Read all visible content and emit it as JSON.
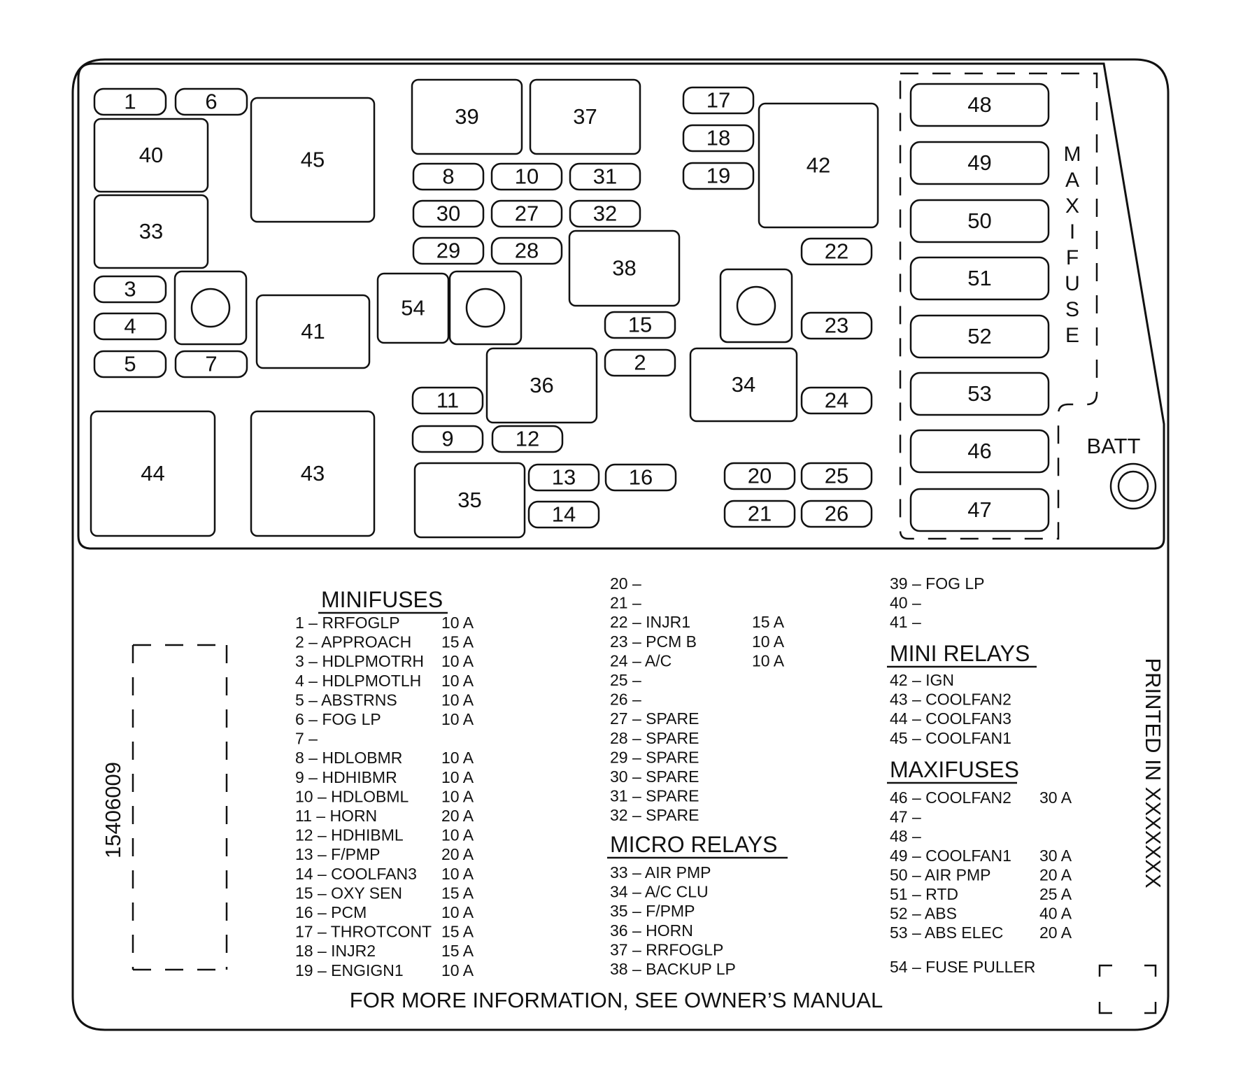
{
  "panel": {
    "slot_labels": {
      "f1": "1",
      "f6": "6",
      "f40": "40",
      "f33": "33",
      "f45": "45",
      "f3": "3",
      "f4": "4",
      "f5": "5",
      "f7": "7",
      "f41": "41",
      "f44": "44",
      "f43": "43",
      "f39": "39",
      "f37": "37",
      "f8": "8",
      "f10": "10",
      "f31": "31",
      "f30": "30",
      "f27": "27",
      "f32": "32",
      "f29": "29",
      "f28": "28",
      "f38": "38",
      "f54": "54",
      "f15": "15",
      "f2": "2",
      "f36": "36",
      "f11": "11",
      "f9": "9",
      "f12": "12",
      "f35": "35",
      "f13": "13",
      "f14": "14",
      "f16": "16",
      "f17": "17",
      "f18": "18",
      "f19": "19",
      "f42": "42",
      "f22": "22",
      "f23": "23",
      "f34": "34",
      "f24": "24",
      "f20": "20",
      "f25": "25",
      "f21": "21",
      "f26": "26",
      "f48": "48",
      "f49": "49",
      "f50": "50",
      "f51": "51",
      "f52": "52",
      "f53": "53",
      "f46": "46",
      "f47": "47"
    },
    "maxi_fuse_letters": [
      "M",
      "A",
      "X",
      "I",
      "F",
      "U",
      "S",
      "E"
    ],
    "batt_label": "BATT"
  },
  "legend": {
    "minifuses_title": "MINIFUSES",
    "minifuses": [
      {
        "entry": "1 – RRFOGLP",
        "rating": "10 A"
      },
      {
        "entry": "2 – APPROACH",
        "rating": "15 A"
      },
      {
        "entry": "3 – HDLPMOTRH",
        "rating": "10 A"
      },
      {
        "entry": "4 – HDLPMOTLH",
        "rating": "10 A"
      },
      {
        "entry": "5 – ABSTRNS",
        "rating": "10 A"
      },
      {
        "entry": "6 – FOG LP",
        "rating": "10 A"
      },
      {
        "entry": "7 –",
        "rating": ""
      },
      {
        "entry": "8 – HDLOBMR",
        "rating": "10 A"
      },
      {
        "entry": "9 – HDHIBMR",
        "rating": "10 A"
      },
      {
        "entry": "10 – HDLOBML",
        "rating": "10 A"
      },
      {
        "entry": "11 – HORN",
        "rating": "20 A"
      },
      {
        "entry": "12 – HDHIBML",
        "rating": "10 A"
      },
      {
        "entry": "13 – F/PMP",
        "rating": "20 A"
      },
      {
        "entry": "14 – COOLFAN3",
        "rating": "10 A"
      },
      {
        "entry": "15 – OXY SEN",
        "rating": "15 A"
      },
      {
        "entry": "16 – PCM",
        "rating": "10 A"
      },
      {
        "entry": "17 – THROTCONT",
        "rating": "15 A"
      },
      {
        "entry": "18 – INJR2",
        "rating": "15 A"
      },
      {
        "entry": "19 – ENGIGN1",
        "rating": "10 A"
      }
    ],
    "minifuses_cont": [
      {
        "entry": "20 –",
        "rating": ""
      },
      {
        "entry": "21 –",
        "rating": ""
      },
      {
        "entry": "22 – INJR1",
        "rating": "15 A"
      },
      {
        "entry": "23 – PCM B",
        "rating": "10 A"
      },
      {
        "entry": "24 – A/C",
        "rating": "10 A"
      },
      {
        "entry": "25 –",
        "rating": ""
      },
      {
        "entry": "26 –",
        "rating": ""
      },
      {
        "entry": "27 – SPARE",
        "rating": ""
      },
      {
        "entry": "28 – SPARE",
        "rating": ""
      },
      {
        "entry": "29 – SPARE",
        "rating": ""
      },
      {
        "entry": "30 – SPARE",
        "rating": ""
      },
      {
        "entry": "31 – SPARE",
        "rating": ""
      },
      {
        "entry": "32 – SPARE",
        "rating": ""
      }
    ],
    "micro_relays_title": "MICRO RELAYS",
    "micro_relays": [
      "33 – AIR PMP",
      "34 – A/C CLU",
      "35 – F/PMP",
      "36 – HORN",
      "37 – RRFOGLP",
      "38 – BACKUP LP"
    ],
    "col3_top": [
      "39 – FOG LP",
      "40 –",
      "41 –"
    ],
    "mini_relays_title": "MINI RELAYS",
    "mini_relays": [
      "42 – IGN",
      "43 – COOLFAN2",
      "44 – COOLFAN3",
      "45 – COOLFAN1"
    ],
    "maxifuses_title": "MAXIFUSES",
    "maxifuses": [
      {
        "entry": "46 – COOLFAN2",
        "rating": "30 A"
      },
      {
        "entry": "47 –",
        "rating": ""
      },
      {
        "entry": "48 –",
        "rating": ""
      },
      {
        "entry": "49 – COOLFAN1",
        "rating": "30 A"
      },
      {
        "entry": "50 – AIR PMP",
        "rating": "20 A"
      },
      {
        "entry": "51 – RTD",
        "rating": "25 A"
      },
      {
        "entry": "52 – ABS",
        "rating": "40 A"
      },
      {
        "entry": "53 – ABS ELEC",
        "rating": "20 A"
      }
    ],
    "fuse_puller": "54 – FUSE PULLER",
    "footer": "FOR MORE INFORMATION, SEE OWNER’S MANUAL",
    "part_number": "15406009",
    "printed_in": "PRINTED IN XXXXXXX"
  }
}
